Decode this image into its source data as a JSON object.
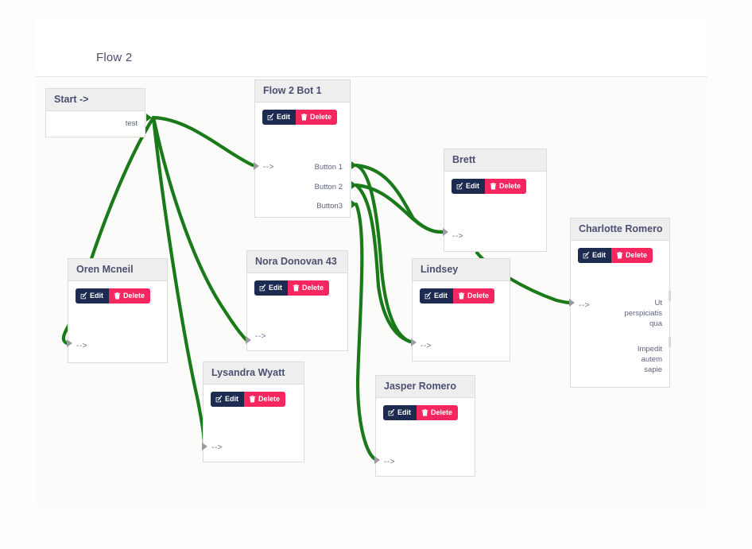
{
  "header": {
    "title": "Flow 2"
  },
  "colors": {
    "edge": "#1a7a1a",
    "edit_bg": "#1d2b50",
    "delete_bg": "#f6265e",
    "node_header_bg": "#eeeeee",
    "node_border": "#dcdcdc",
    "canvas_bg": "#fbfbfa",
    "title_text": "#4b5070"
  },
  "labels": {
    "edit": "Edit",
    "delete": "Delete",
    "input_arrow": "-->",
    "edit_icon": "pencil-square-icon",
    "delete_icon": "trash-icon"
  },
  "nodes": [
    {
      "id": "start",
      "title": "Start ->",
      "has_buttons": false,
      "inputs": [],
      "outputs": [
        "test"
      ]
    },
    {
      "id": "flow-2-bot-1",
      "title": "Flow 2 Bot 1",
      "has_buttons": true,
      "inputs": [
        "-->"
      ],
      "outputs": [
        "Button 1",
        "Button 2",
        "Button3"
      ]
    },
    {
      "id": "oren-mcneil",
      "title": "Oren Mcneil",
      "has_buttons": true,
      "inputs": [
        "-->"
      ],
      "outputs": []
    },
    {
      "id": "nora-donovan-43",
      "title": "Nora Donovan 43",
      "has_buttons": true,
      "inputs": [
        "-->"
      ],
      "outputs": []
    },
    {
      "id": "lysandra-wyatt",
      "title": "Lysandra Wyatt",
      "has_buttons": true,
      "inputs": [
        "-->"
      ],
      "outputs": []
    },
    {
      "id": "jasper-romero",
      "title": "Jasper Romero",
      "has_buttons": true,
      "inputs": [
        "-->"
      ],
      "outputs": []
    },
    {
      "id": "brett",
      "title": "Brett",
      "has_buttons": true,
      "inputs": [
        "-->"
      ],
      "outputs": []
    },
    {
      "id": "lindsey",
      "title": "Lindsey",
      "has_buttons": true,
      "inputs": [
        "-->"
      ],
      "outputs": []
    },
    {
      "id": "charlotte-romero",
      "title": "Charlotte Romero",
      "has_buttons": true,
      "inputs": [
        "-->"
      ],
      "outputs": [
        "Ut\nperspiciatis\nqua",
        "Impedit\nautem\nsapie"
      ]
    }
  ],
  "charlotte_outputs": {
    "group1_line1": "Ut",
    "group1_line2": "perspiciatis",
    "group1_line3": "qua",
    "group2_line1": "Impedit",
    "group2_line2": "autem",
    "group2_line3": "sapie"
  },
  "bot_outputs": {
    "button1": "Button 1",
    "button2": "Button 2",
    "button3": "Button3"
  },
  "start_output": {
    "label": "test"
  },
  "node_titles": {
    "start": "Start ->",
    "bot": "Flow 2 Bot 1",
    "oren": "Oren Mcneil",
    "nora": "Nora Donovan 43",
    "lysandra": "Lysandra Wyatt",
    "jasper": "Jasper Romero",
    "brett": "Brett",
    "lindsey": "Lindsey",
    "charlotte": "Charlotte Romero"
  },
  "edges": [
    {
      "from": "start.test",
      "to": "oren-mcneil.in"
    },
    {
      "from": "start.test",
      "to": "lysandra-wyatt.in"
    },
    {
      "from": "start.test",
      "to": "nora-donovan-43.in"
    },
    {
      "from": "start.test",
      "to": "flow-2-bot-1.in"
    },
    {
      "from": "flow-2-bot-1.button1",
      "to": "brett.in"
    },
    {
      "from": "flow-2-bot-1.button2",
      "to": "brett.in"
    },
    {
      "from": "flow-2-bot-1.button1",
      "to": "lindsey.in"
    },
    {
      "from": "flow-2-bot-1.button3",
      "to": "jasper-romero.in"
    },
    {
      "from": "brett.out",
      "to": "charlotte-romero.in"
    }
  ]
}
